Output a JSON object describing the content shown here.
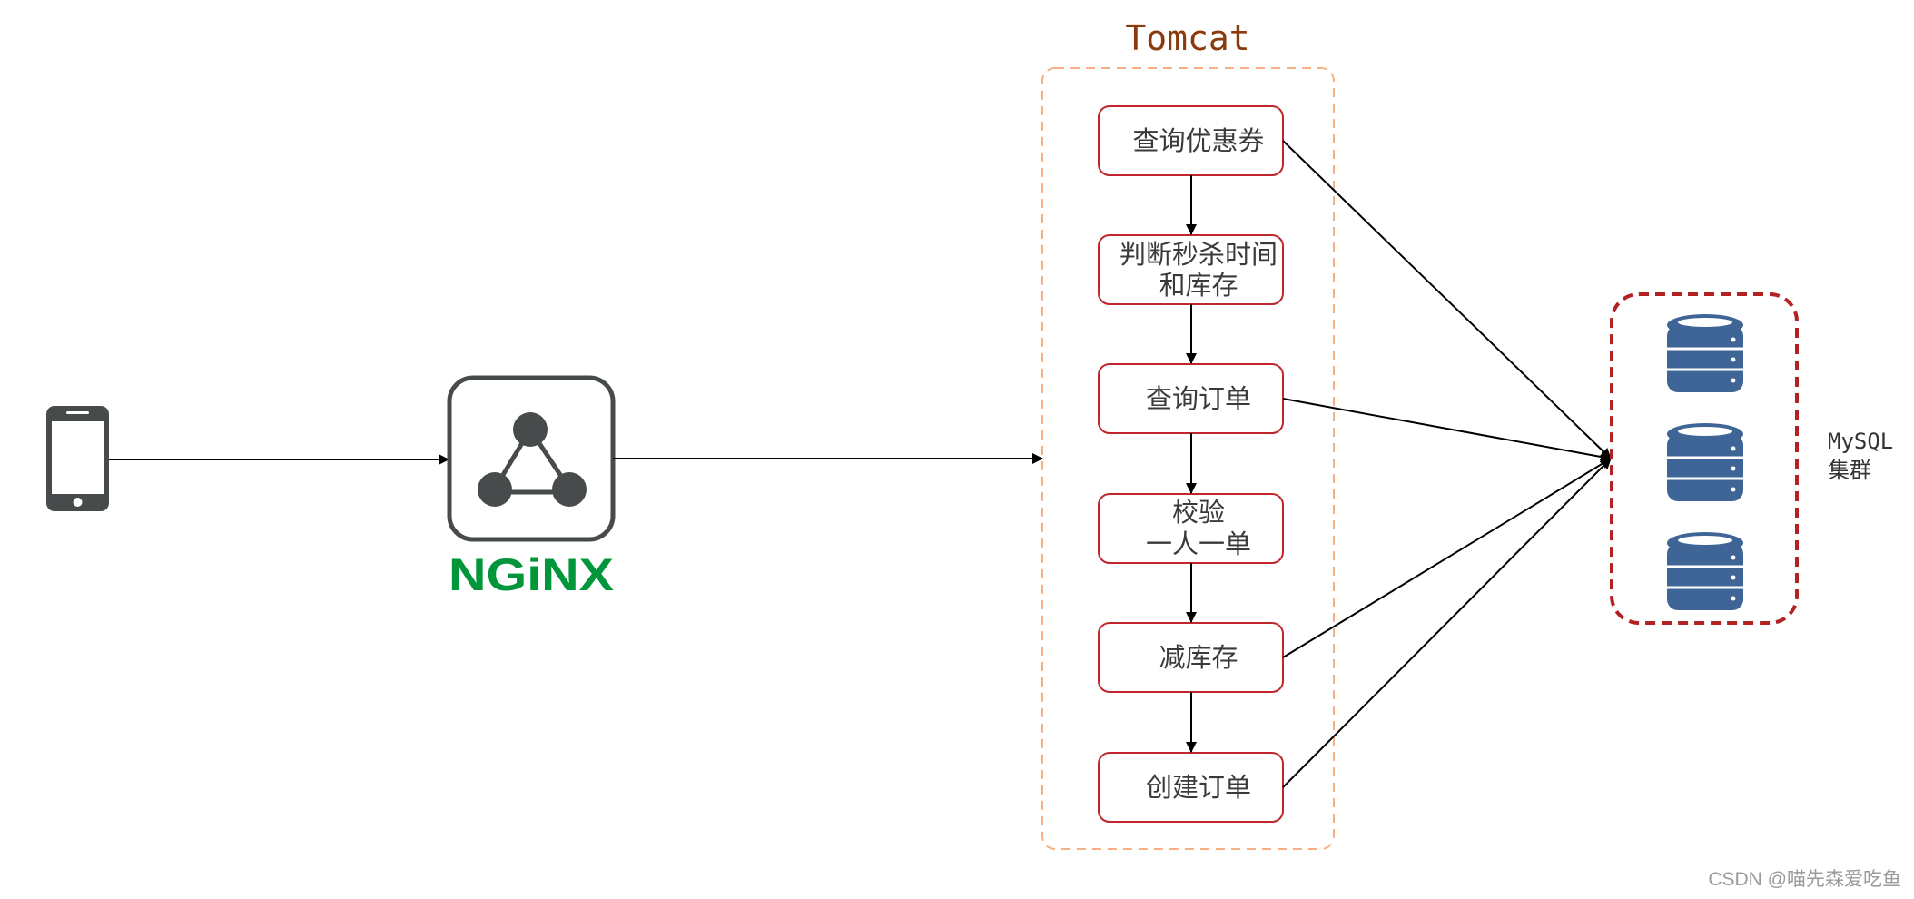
{
  "tomcat": {
    "title": "Tomcat"
  },
  "nginx": {
    "label": "NGiNX"
  },
  "steps": [
    {
      "lines": [
        "查询优惠券"
      ]
    },
    {
      "lines": [
        "判断秒杀时间",
        "和库存"
      ]
    },
    {
      "lines": [
        "查询订单"
      ]
    },
    {
      "lines": [
        "校验",
        "一人一单"
      ]
    },
    {
      "lines": [
        "减库存"
      ]
    },
    {
      "lines": [
        "创建订单"
      ]
    }
  ],
  "mysql": {
    "line1": "MySQL",
    "line2": "集群"
  },
  "watermark": "CSDN @喵先森爱吃鱼",
  "colors": {
    "tomcat_border": "#f5b183",
    "tomcat_title": "#8b3a0e",
    "step_border": "#c0262c",
    "mysql_border": "#b22222",
    "db_blue": "#3f6597",
    "nginx_green": "#009639",
    "icon_gray": "#474b4b"
  },
  "icons": {
    "client": "mobile-phone-icon",
    "nginx": "nginx-logo-icon",
    "database": "database-server-icon"
  }
}
